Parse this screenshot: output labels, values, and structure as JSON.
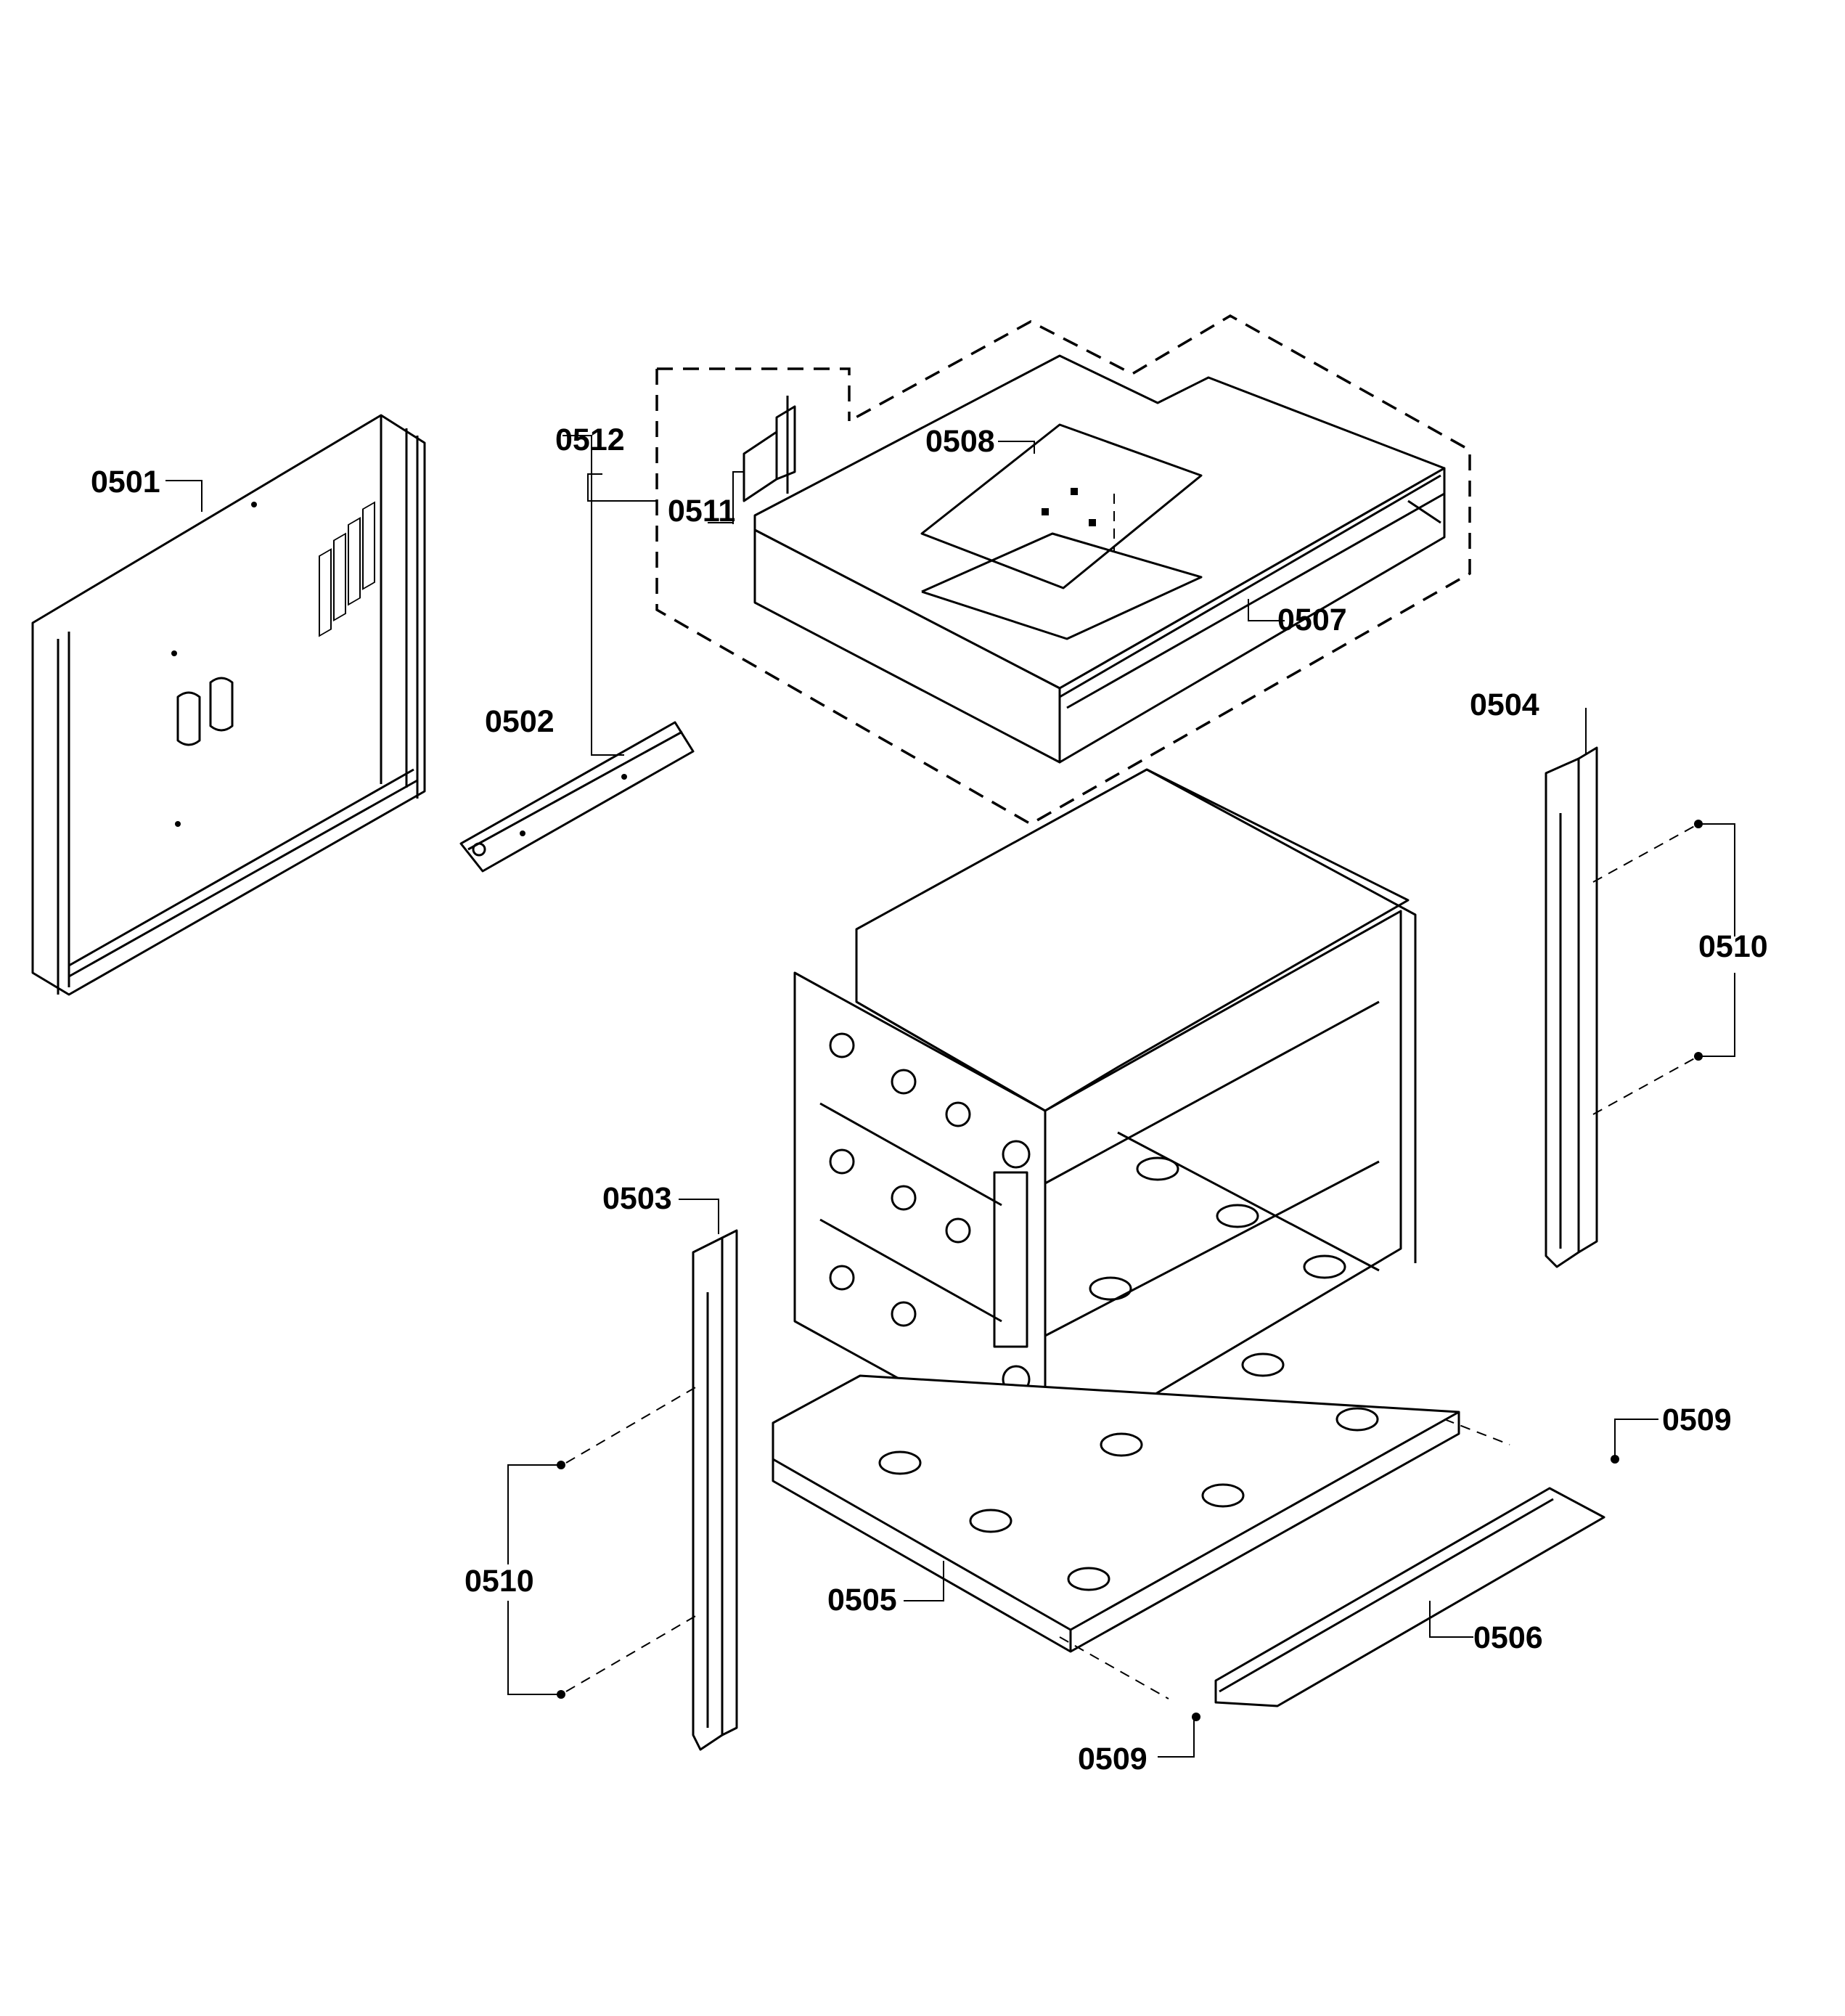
{
  "labels": {
    "p0501": "0501",
    "p0502": "0502",
    "p0503": "0503",
    "p0504": "0504",
    "p0505": "0505",
    "p0506": "0506",
    "p0507": "0507",
    "p0508": "0508",
    "p0509_top": "0509",
    "p0509_bottom": "0509",
    "p0510_right": "0510",
    "p0510_left": "0510",
    "p0511": "0511",
    "p0512": "0512"
  }
}
